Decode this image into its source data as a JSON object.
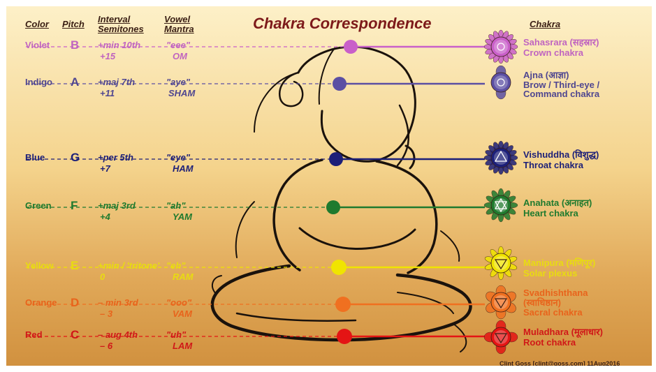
{
  "title": "Chakra Correspondence",
  "headers": {
    "color": "Color",
    "pitch": "Pitch",
    "interval": "Interval\nSemitones",
    "vowel": "Vowel\nMantra",
    "chakra": "Chakra"
  },
  "rows": [
    {
      "color_name": "Violet",
      "pitch": "B",
      "interval": "+min 10th",
      "semitones": "+15",
      "vowel": "\"eee\"",
      "mantra": "OM",
      "chakra": "Sahasrara (सहस्रार)",
      "chakra_sub": "Crown chakra",
      "hex": "#c95fc9",
      "text_hex": "#c064c0"
    },
    {
      "color_name": "Indigo",
      "pitch": "A",
      "interval": "+maj 7th",
      "semitones": "+11",
      "vowel": "\"aye\"",
      "mantra": "SHAM",
      "chakra": "Ajna (आज्ञा)",
      "chakra_sub": "Brow / Third-eye /\nCommand chakra",
      "hex": "#5b4fa3",
      "text_hex": "#4f4690"
    },
    {
      "color_name": "Blue",
      "pitch": "G",
      "interval": "+per 5th",
      "semitones": "+7",
      "vowel": "\"eye\"",
      "mantra": "HAM",
      "chakra": "Vishuddha (विशुद्ध)",
      "chakra_sub": "Throat chakra",
      "hex": "#1c1f78",
      "text_hex": "#1c1f78"
    },
    {
      "color_name": "Green",
      "pitch": "F",
      "interval": "+maj 3rd",
      "semitones": "+4",
      "vowel": "\"ah\"",
      "mantra": "YAM",
      "chakra": "Anahata (अनाहत)",
      "chakra_sub": "Heart chakra",
      "hex": "#1f7a2e",
      "text_hex": "#1f7a2e"
    },
    {
      "color_name": "Yellow",
      "pitch": "E",
      "interval": "+min / 'tritone'",
      "semitones": "0",
      "vowel": "\"eh\"",
      "mantra": "RAM",
      "chakra": "Manipura (मणिपूर)",
      "chakra_sub": "Solar plexus",
      "hex": "#f0e400",
      "text_hex": "#e8dc10"
    },
    {
      "color_name": "Orange",
      "pitch": "D",
      "interval": "– min 3rd",
      "semitones": "– 3",
      "vowel": "\"ooo\"",
      "mantra": "VAM",
      "chakra": "Svadhishthana\n(स्वाधिष्ठान)",
      "chakra_sub": "Sacral chakra",
      "hex": "#f07020",
      "text_hex": "#e8641c"
    },
    {
      "color_name": "Red",
      "pitch": "C",
      "interval": "– aug 4th",
      "semitones": "– 6",
      "vowel": "\"uh\"",
      "mantra": "LAM",
      "chakra": "Muladhara (मूलाधार)",
      "chakra_sub": "Root chakra",
      "hex": "#e41414",
      "text_hex": "#d01818"
    }
  ],
  "credit": "Clint Goss [clint@goss.com] 11Aug2016"
}
